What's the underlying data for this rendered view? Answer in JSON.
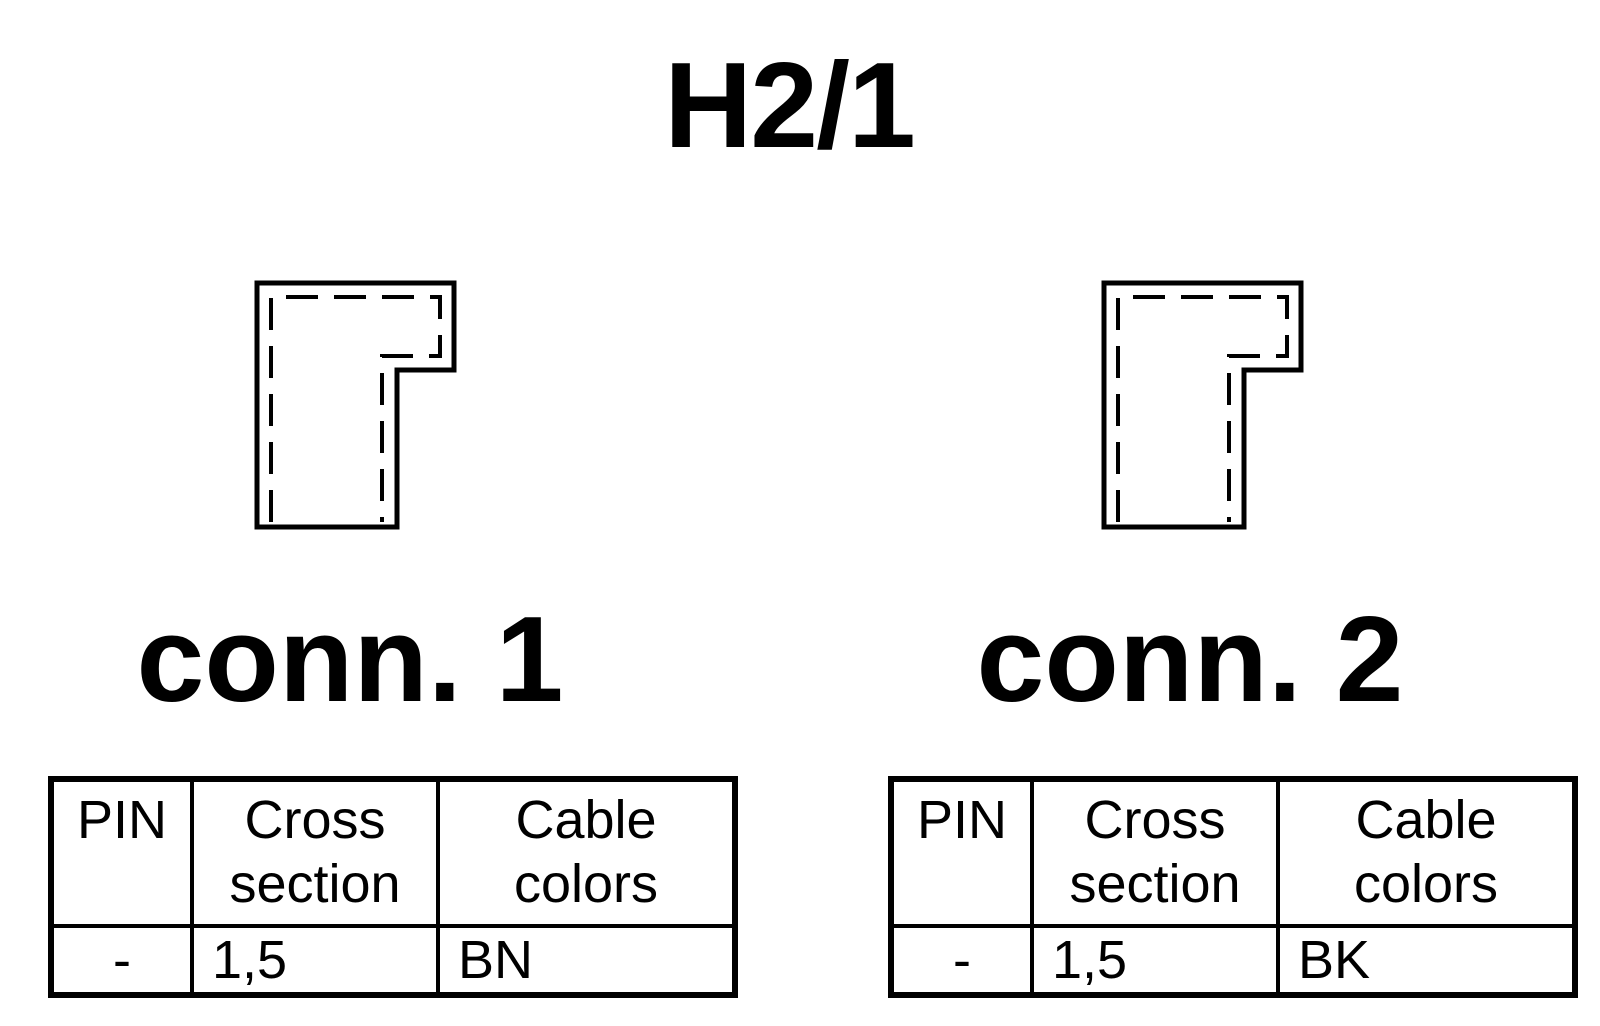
{
  "title": "H2/1",
  "connectors": [
    {
      "label": "conn. 1",
      "table": {
        "headers": {
          "pin": "PIN",
          "cross_section": [
            "Cross",
            "section"
          ],
          "cable_colors": [
            "Cable",
            "colors"
          ]
        },
        "rows": [
          {
            "pin": "-",
            "cross_section": "1,5",
            "cable_color": "BN"
          }
        ]
      }
    },
    {
      "label": "conn. 2",
      "table": {
        "headers": {
          "pin": "PIN",
          "cross_section": [
            "Cross",
            "section"
          ],
          "cable_colors": [
            "Cable",
            "colors"
          ]
        },
        "rows": [
          {
            "pin": "-",
            "cross_section": "1,5",
            "cable_color": "BK"
          }
        ]
      }
    }
  ]
}
